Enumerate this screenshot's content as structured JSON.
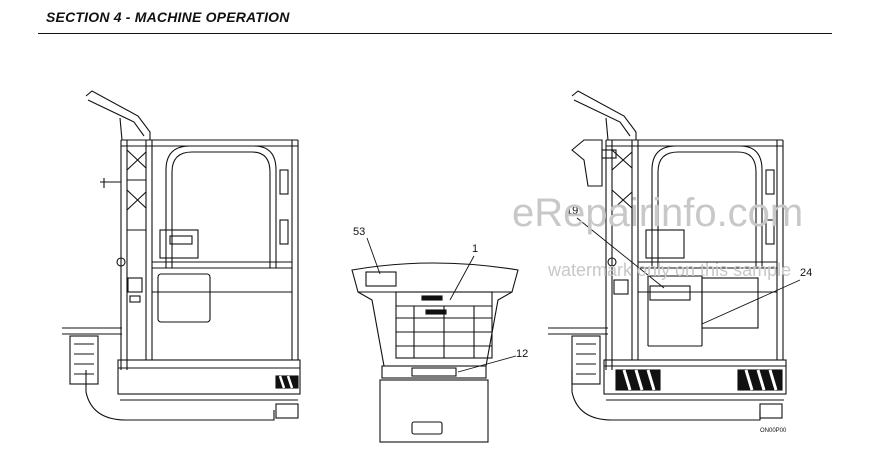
{
  "header": {
    "section_title": "SECTION 4 - MACHINE OPERATION"
  },
  "callouts": {
    "c53": "53",
    "c1": "1",
    "c12": "12",
    "c19": "19",
    "c24": "24"
  },
  "watermark": {
    "main": "eRepairinfo.com",
    "sub": "watermark only on this sample"
  },
  "figure_code": "ON00P00"
}
